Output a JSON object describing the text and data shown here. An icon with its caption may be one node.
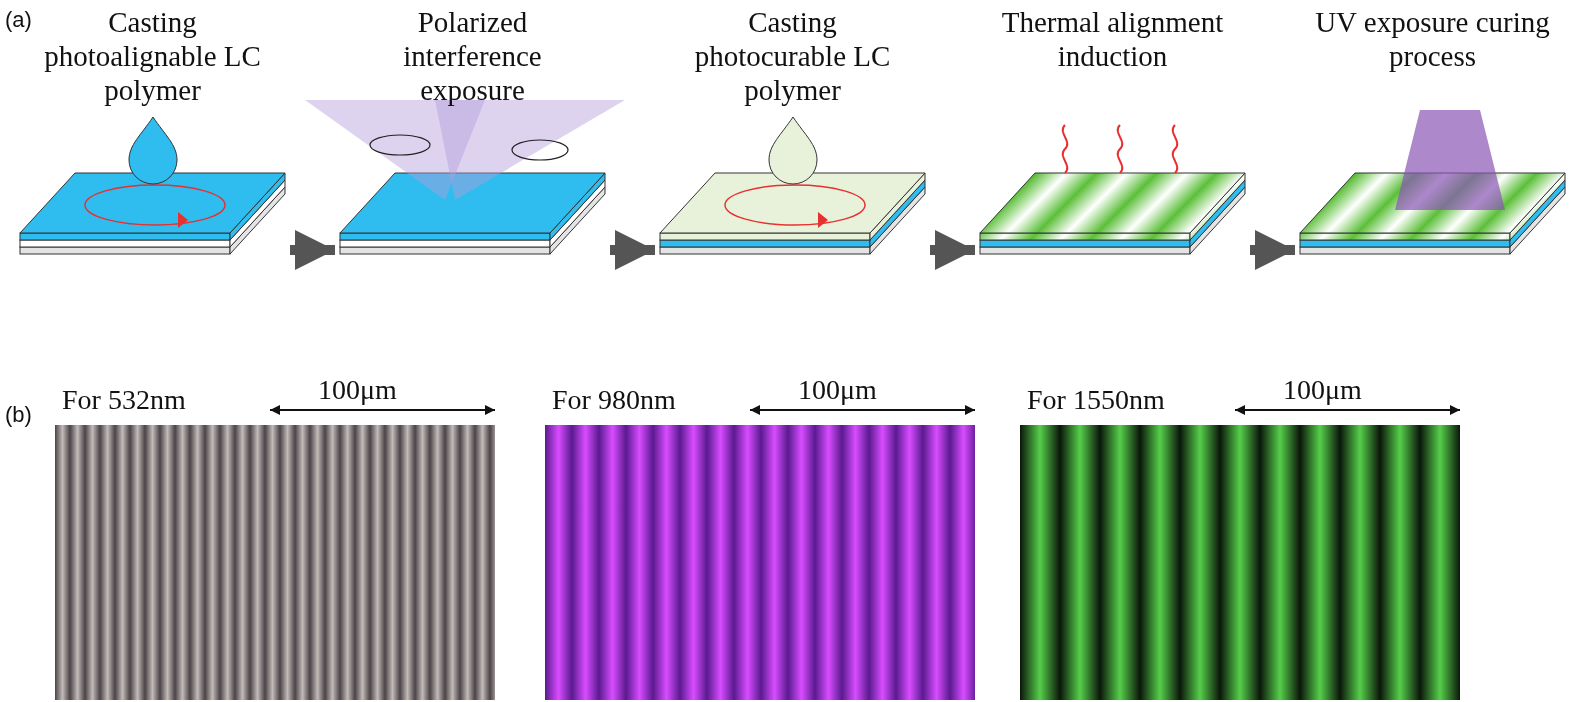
{
  "diagram": {
    "nodes": [
      {
        "text": [
          "Casting photoalignable LC polymer"
        ]
      },
      {
        "text": [
          "Polarized interference exposure"
        ]
      },
      {
        "text": [
          "Casting photocurable LC polymer"
        ]
      },
      {
        "text": [
          "Thermal alignment induction"
        ]
      },
      {
        "text": [
          "UV exposure curing process"
        ]
      }
    ],
    "edges": [
      {
        "from": 0,
        "to": 1,
        "arrow": "to"
      },
      {
        "from": 1,
        "to": 2,
        "arrow": "to"
      },
      {
        "from": 2,
        "to": 3,
        "arrow": "to"
      },
      {
        "from": 3,
        "to": 4,
        "arrow": "to"
      }
    ],
    "labels": [
      "(a)",
      "(b)",
      "For 532nm",
      "100μm",
      "For 980nm",
      "100μm",
      "For 1550nm",
      "100μm"
    ]
  }
}
